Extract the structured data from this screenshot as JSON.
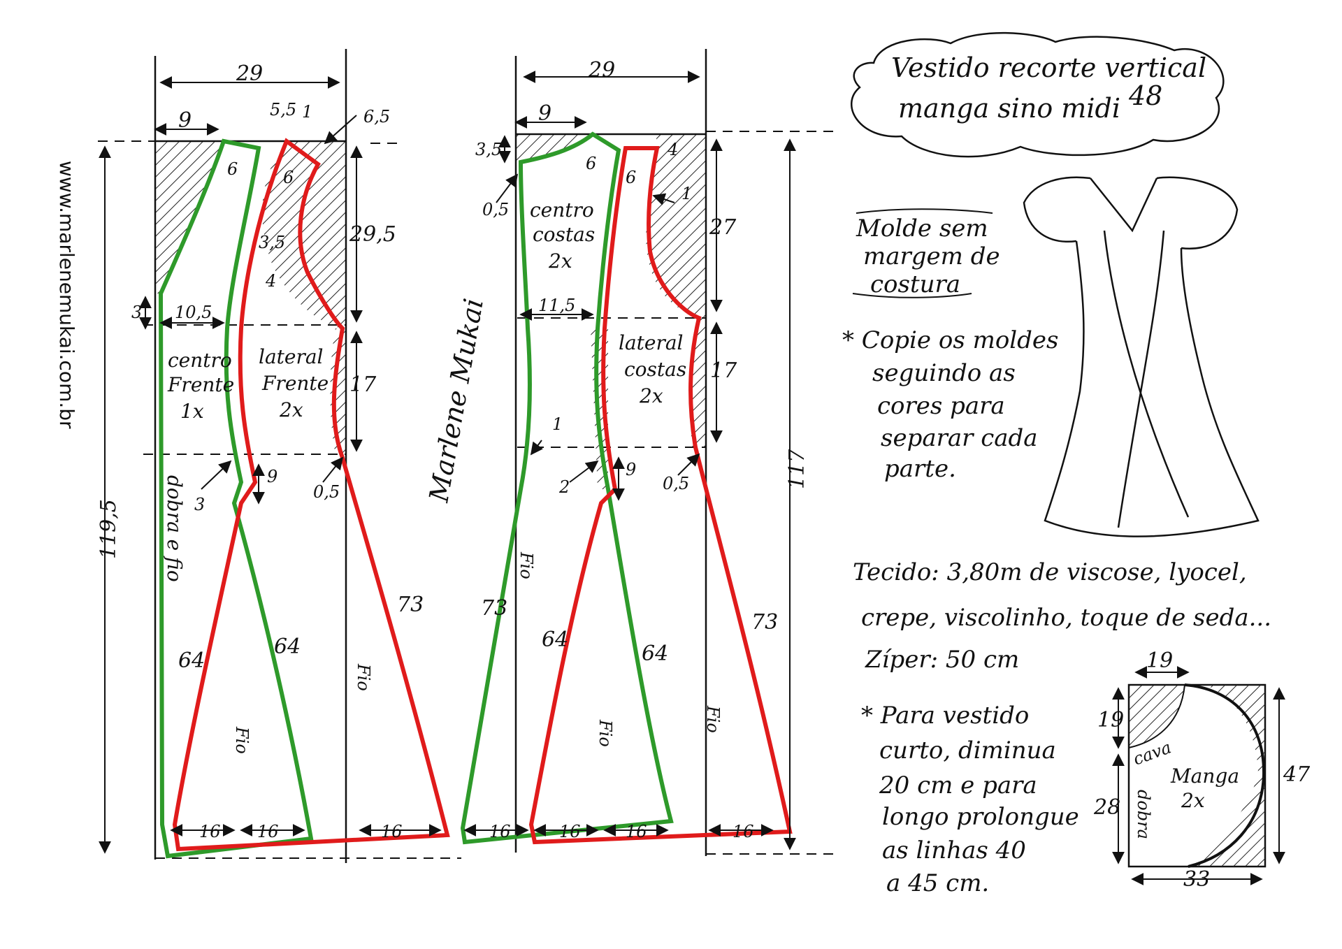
{
  "title": {
    "line1": "Vestido recorte vertical",
    "line2": "manga sino midi",
    "size": "48"
  },
  "watermark": "www.marlenemukai.com.br",
  "signature": "Marlene Mukai",
  "notes": {
    "pattern_line1": "Molde sem",
    "pattern_line2": "margem de",
    "pattern_line3": "costura",
    "copy": [
      "* Copie os moldes",
      "seguindo as",
      "cores para",
      "separar cada",
      "parte."
    ],
    "fabric_label": "Tecido",
    "fabric": [
      "Tecido: 3,80m de viscose, lyocel,",
      "crepe, viscolinho, toque de seda..."
    ],
    "zipper": "Zíper: 50 cm",
    "short": [
      "* Para vestido",
      "curto, diminua",
      "20 cm e para",
      "longo prolongue",
      "as linhas 40",
      "a 45 cm."
    ]
  },
  "front": {
    "width": "29",
    "neck": "9",
    "d55": "5,5",
    "d1": "1",
    "d65": "6,5",
    "d6a": "6",
    "d6b": "6",
    "d35": "3,5",
    "d4": "4",
    "armhole": "29,5",
    "d3top": "3",
    "bust": "10,5",
    "center_label": [
      "centro",
      "Frente",
      "1x"
    ],
    "side_label": [
      "lateral",
      "Frente",
      "2x"
    ],
    "d17": "17",
    "d9": "9",
    "d3bot": "3",
    "d05": "0,5",
    "fold": "dobra e fio",
    "length": "119,5",
    "l64a": "64",
    "l64b": "64",
    "l73": "73",
    "fio1": "Fio",
    "fio2": "Fio",
    "h16a": "16",
    "h16b": "16",
    "h16c": "16"
  },
  "back": {
    "width": "29",
    "neck": "9",
    "d35": "3,5",
    "d05top": "0,5",
    "d6a": "6",
    "d6b": "6",
    "d4": "4",
    "d1": "1",
    "armhole": "27",
    "center_label": [
      "centro",
      "costas",
      "2x"
    ],
    "side_label": [
      "lateral",
      "costas",
      "2x"
    ],
    "bust": "11,5",
    "d17": "17",
    "d1b": "1",
    "d2": "2",
    "d9": "9",
    "d05": "0,5",
    "length": "117",
    "l73a": "73",
    "l64a": "64",
    "l64b": "64",
    "l73b": "73",
    "fio1": "Fio",
    "fio2": "Fio",
    "fio3": "Fio",
    "h16a": "16",
    "h16b": "16",
    "h16c": "16",
    "h16d": "16"
  },
  "sleeve": {
    "top": "19",
    "left": "19",
    "cava": "cava",
    "label": [
      "Manga",
      "2x"
    ],
    "fold": "dobra",
    "d28": "28",
    "d47": "47",
    "bottom": "33"
  },
  "colors": {
    "green": "#2e9a2a",
    "red": "#e01b1b",
    "ink": "#111111"
  }
}
